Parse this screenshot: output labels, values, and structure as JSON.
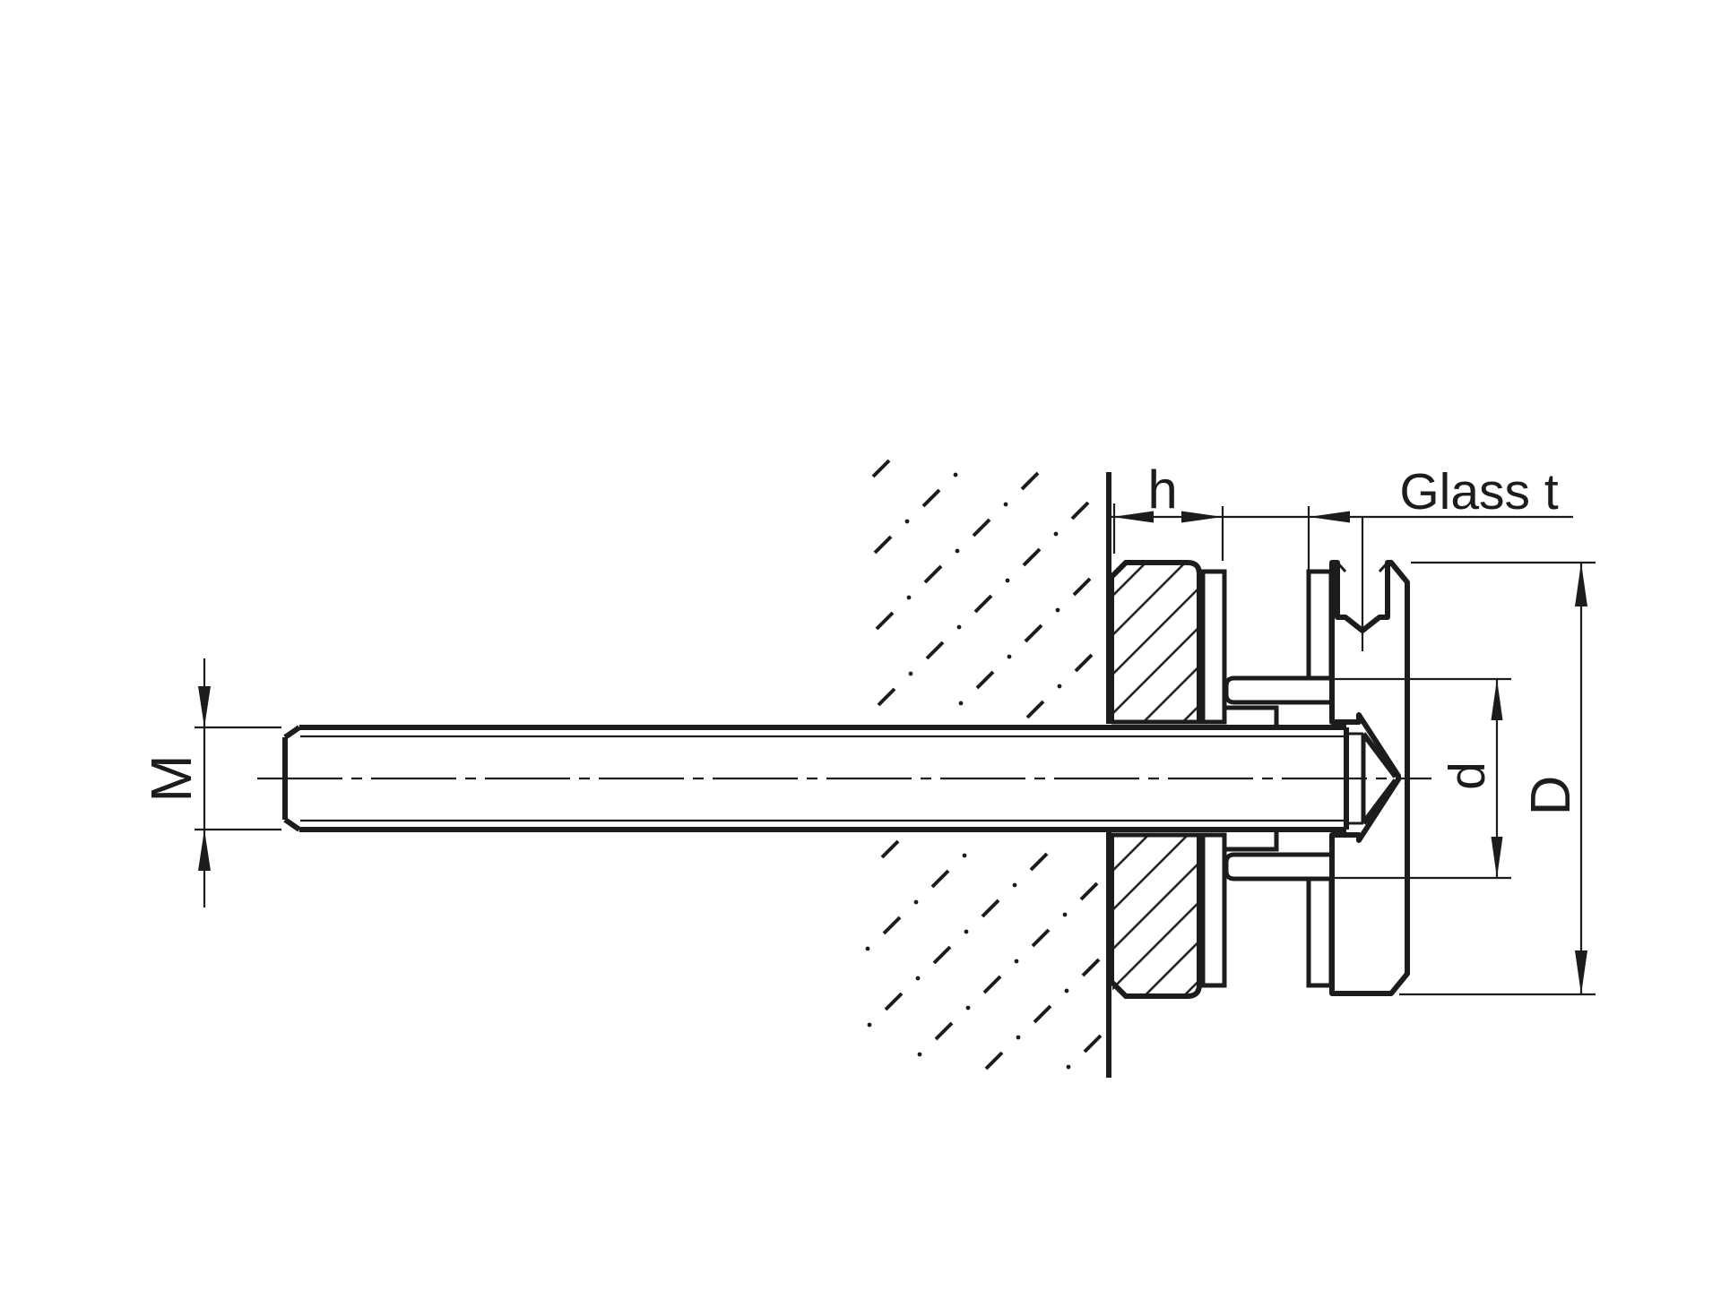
{
  "drawing": {
    "title": "glass-adapter-cross-section",
    "labels": {
      "thread_size": "M",
      "standoff_height": "h",
      "glass_thickness": "Glass t",
      "hole_diameter": "d",
      "outer_diameter": "D"
    },
    "colors": {
      "ink": "#1c1c1a",
      "background": "#ffffff"
    }
  }
}
